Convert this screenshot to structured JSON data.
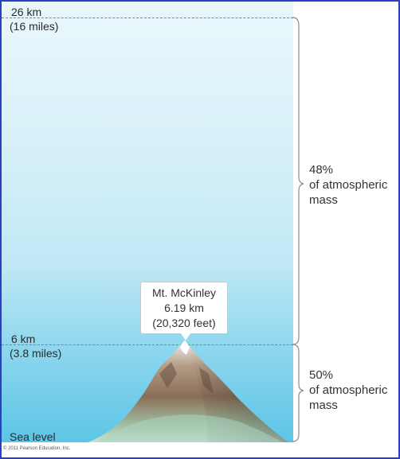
{
  "top_level": {
    "altitude_km": "26 km",
    "altitude_miles": "(16 miles)"
  },
  "mid_level": {
    "altitude_km": "6 km",
    "altitude_miles": "(3.8 miles)"
  },
  "sea_level": "Sea level",
  "peak": {
    "name": "Mt. McKinley",
    "height_km": "6.19 km",
    "height_feet": "(20,320 feet)"
  },
  "upper_layer": {
    "percent": "48%",
    "line2": "of atmospheric",
    "line3": "mass"
  },
  "lower_layer": {
    "percent": "50%",
    "line2": "of atmospheric",
    "line3": "mass"
  },
  "copyright": "© 2011 Pearson Education, Inc.",
  "colors": {
    "sky_top": "#eaf7fc",
    "sky_bottom": "#5cc6e6",
    "frame": "#2a3fc4",
    "bracket": "#8c8c8c"
  }
}
